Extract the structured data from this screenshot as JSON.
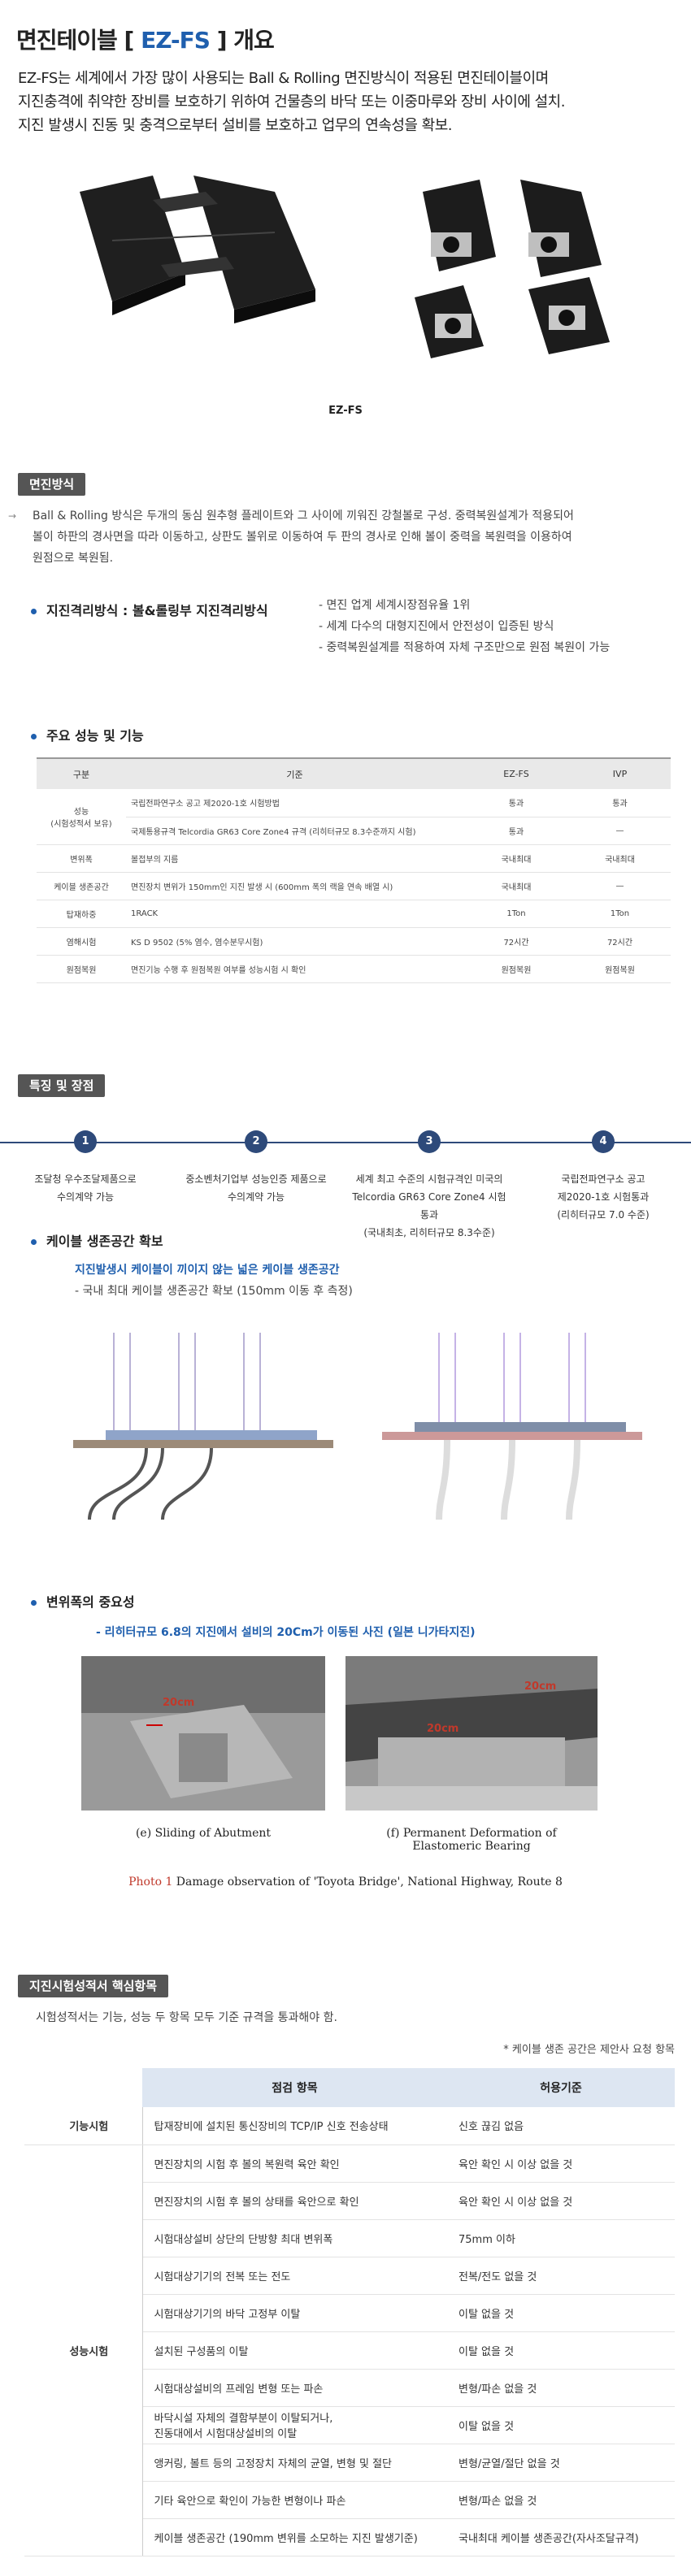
{
  "header": {
    "title_prefix": "면진테이블 [ ",
    "title_accent": "EZ-FS",
    "title_suffix": " ] 개요",
    "intro": [
      "EZ-FS는 세계에서 가장 많이 사용되는 Ball & Rolling  면진방식이 적용된 면진테이블이며",
      "지진충격에 취약한 장비를 보호하기 위하여 건물층의 바닥 또는 이중마루와 장비 사이에 설치.",
      "지진 발생시 진동 및 충격으로부터 설비를 보호하고 업무의 연속성을 확보."
    ],
    "figure_caption": "EZ-FS"
  },
  "isolation": {
    "tag": "면진방식",
    "text": [
      "Ball & Rolling 방식은 두개의 동심 원추형 플레이트와 그 사이에 끼워진 강철볼로 구성. 중력복원설계가 적용되어",
      "볼이 하판의 경사면을 따라 이동하고, 상판도 볼위로 이동하여 두 판의 경사로 인해 볼이 중력을 복원력을 이용하여",
      "원점으로 복원됨."
    ],
    "method_label": "지진격리방식 : 볼&롤링부 지진격리방식",
    "method_points": [
      "- 면진 업계 세계시장점유율 1위",
      "- 세계 다수의 대형지진에서 안전성이 입증된 방식",
      "- 중력복원설계를 적용하여 자체 구조만으로 원점 복원이 가능"
    ]
  },
  "performance": {
    "heading": "주요 성능 및 기능",
    "headers": [
      "구분",
      "기준",
      "EZ-FS",
      "IVP"
    ],
    "rows": [
      {
        "cat": "성능\n(시험성적서 보유)",
        "std": "국립전파연구소 공고 제2020-1호 시험방법",
        "ez": "통과",
        "ivp": "통과"
      },
      {
        "cat": "",
        "std": "국제통용규격 Telcordia GR63 Core Zone4 규격 (리히터규모 8.3수준까지 시험)",
        "ez": "통과",
        "ivp": "—"
      },
      {
        "cat": "변위폭",
        "std": "볼접부의 지름",
        "ez": "국내최대",
        "ivp": "국내최대"
      },
      {
        "cat": "케이블 생존공간",
        "std": "면진장치 변위가 150mm인 지진 발생 시 (600mm 폭의 랙을 연속 배열 시)",
        "ez": "국내최대",
        "ivp": "—"
      },
      {
        "cat": "탑재하중",
        "std": "1RACK",
        "ez": "1Ton",
        "ivp": "1Ton"
      },
      {
        "cat": "염해시험",
        "std": "KS D 9502 (5% 염수, 염수분무시험)",
        "ez": "72시간",
        "ivp": "72시간"
      },
      {
        "cat": "원점복원",
        "std": "면진기능 수행 후 원점복원 여부를 성능시험 시 확인",
        "ez": "원점복원",
        "ivp": "원점복원"
      }
    ]
  },
  "features": {
    "tag": "특징 및 장점",
    "items": [
      {
        "num": "1",
        "lines": [
          "조달청 우수조달제품으로",
          "수의계약 가능"
        ]
      },
      {
        "num": "2",
        "lines": [
          "중소벤처기업부 성능인증 제품으로",
          "수의계약 가능"
        ]
      },
      {
        "num": "3",
        "lines": [
          "세계 최고 수준의 시험규격인 미국의",
          "Telcordia GR63 Core Zone4 시험통과",
          "(국내최초, 리히터규모 8.3수준)"
        ]
      },
      {
        "num": "4",
        "lines": [
          "국립전파연구소 공고",
          "제2020-1호 시험통과",
          "(리히터규모 7.0 수준)"
        ]
      }
    ]
  },
  "cable": {
    "heading": "케이블 생존공간 확보",
    "highlight": "지진발생시 케이블이 끼이지 않는 넓은 케이블 생존공간",
    "note": "- 국내 최대 케이블 생존공간 확보 (150mm 이동 후 측정)"
  },
  "displacement": {
    "heading": "변위폭의 중요성",
    "note": "- 리히터규모 6.8의 지진에서 설비의 20Cm가 이동된 사진 (일본 니가타지진)",
    "photo_marks": [
      "20cm",
      "20cm",
      "20cm"
    ],
    "cap_left": "(e) Sliding of Abutment",
    "cap_right_1": "(f) Permanent Deformation of",
    "cap_right_2": "Elastomeric Bearing",
    "photo_label": "Photo 1",
    "photo_caption": " Damage observation of 'Toyota Bridge', National Highway, Route 8"
  },
  "core": {
    "tag": "지진시험성적서 핵심항목",
    "intro": "시험성적서는 기능, 성능 두 항목 모두 기준 규격을 통과해야 함.",
    "note": "* 케이블 생존 공간은 제안사 요청 항목",
    "headers": [
      "점검 항목",
      "허용기준"
    ],
    "group_function": "기능시험",
    "group_performance": "성능시험",
    "function_rows": [
      {
        "item": "탑재장비에 설치된 통신장비의 TCP/IP 신호 전송상태",
        "criteria": "신호 끊김 없음"
      }
    ],
    "performance_rows": [
      {
        "item": "면진장치의 시험 후 볼의 복원력 육안 확인",
        "criteria": "육안 확인 시 이상 없을 것"
      },
      {
        "item": "면진장치의 시험 후 볼의 상태를 육안으로 확인",
        "criteria": "육안 확인 시 이상 없을 것"
      },
      {
        "item": "시험대상설비 상단의 단방향 최대 변위폭",
        "criteria": "75mm 이하"
      },
      {
        "item": "시험대상기기의 전복 또는 전도",
        "criteria": "전복/전도 없을 것"
      },
      {
        "item": "시험대상기기의 바닥 고정부 이탈",
        "criteria": "이탈 없을 것"
      },
      {
        "item": "설치된 구성품의 이탈",
        "criteria": "이탈 없을 것"
      },
      {
        "item": "시험대상설비의 프레임 변형 또는 파손",
        "criteria": "변형/파손 없을 것"
      },
      {
        "item": "바닥시설 자체의 결함부분이 이탈되거나,\n진동대에서 시험대상설비의 이탈",
        "criteria": "이탈 없을 것"
      },
      {
        "item": "앵커링, 볼트 등의 고정장치 자체의 균열, 변형 및 절단",
        "criteria": "변형/균열/절단 없을 것"
      },
      {
        "item": "기타 육안으로 확인이 가능한 변형이나 파손",
        "criteria": "변형/파손 없을 것"
      },
      {
        "item": "케이블 생존공간 (190mm 변위를 소모하는 지진 발생기준)",
        "criteria": "국내최대 케이블 생존공간(자사조달규격)"
      }
    ]
  }
}
